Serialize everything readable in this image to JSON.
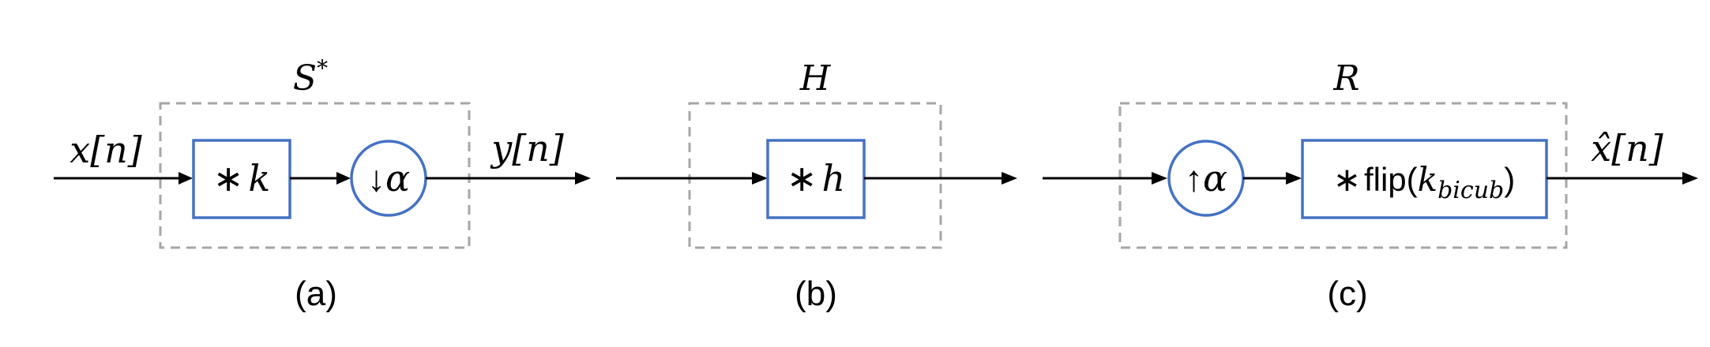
{
  "panels": {
    "a": {
      "caption": "(a)",
      "group_label_base": "S",
      "group_label_sup": "*",
      "input_label_var": "x",
      "input_label_idx": "[n]",
      "block1_op": "∗",
      "block1_var": "k",
      "block2_arrow": "↓",
      "block2_var": "α",
      "output_label_var": "y",
      "output_label_idx": "[n]"
    },
    "b": {
      "caption": "(b)",
      "group_label": "H",
      "block_op": "∗",
      "block_var": "h"
    },
    "c": {
      "caption": "(c)",
      "group_label": "R",
      "block1_arrow": "↑",
      "block1_var": "α",
      "block2_op": "∗",
      "block2_text": "flip(",
      "block2_var": "k",
      "block2_sub": "bicub",
      "block2_close": ")",
      "output_label_var": "x̂",
      "output_label_idx": "[n]"
    }
  }
}
